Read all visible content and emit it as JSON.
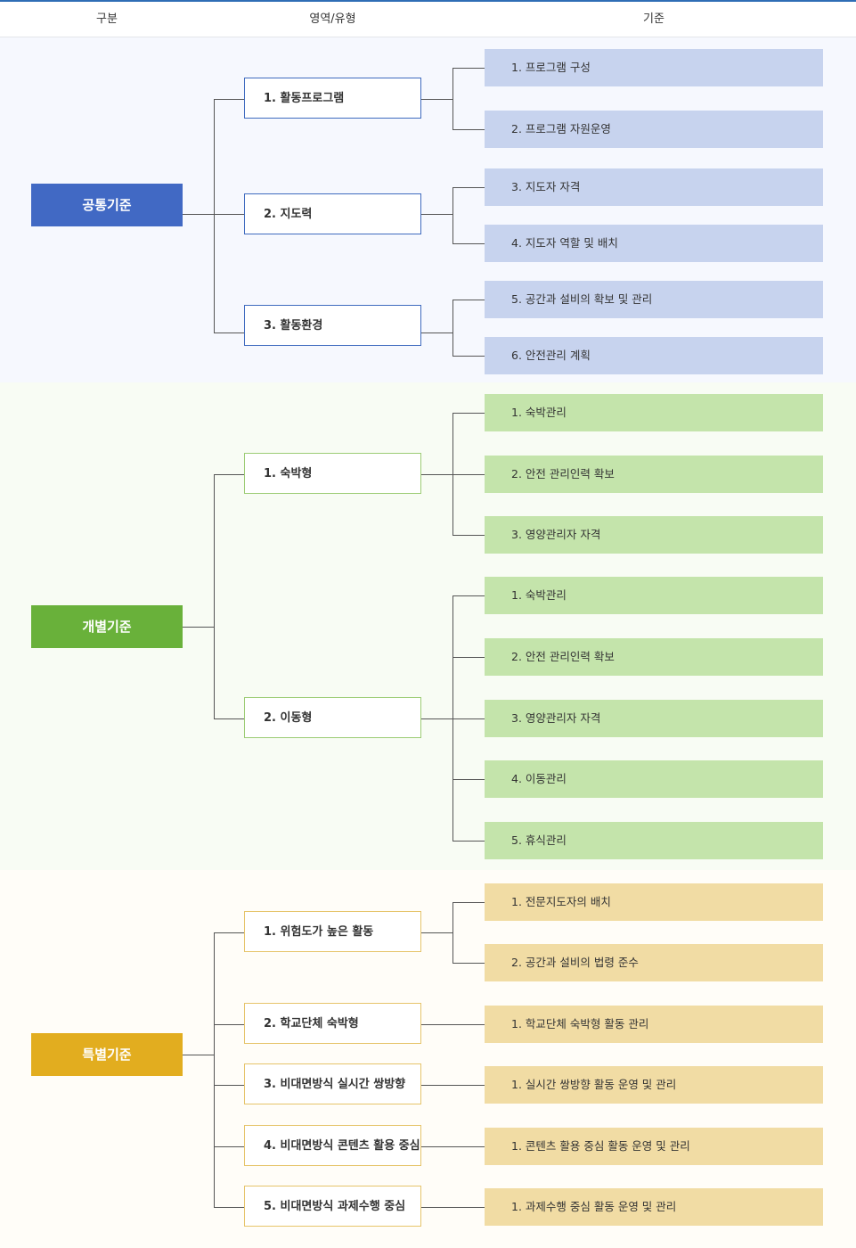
{
  "header": {
    "col1": "구분",
    "col2": "영역/유형",
    "col3": "기준"
  },
  "colors": {
    "common_cat": "#4169c4",
    "common_border": "#3f6bbf",
    "common_crit": "#c7d3ee",
    "common_bg": "#f6f8fe",
    "indiv_cat": "#69b13a",
    "indiv_border": "#9ccc74",
    "indiv_crit": "#c4e4ab",
    "indiv_bg": "#f8fcf4",
    "special_cat": "#e2ad1f",
    "special_border": "#e6c46a",
    "special_crit": "#f1dca4",
    "special_bg": "#fffdf8"
  },
  "sections": {
    "common": {
      "label": "공통기준",
      "areas": [
        {
          "label": "1. 활동프로그램",
          "criteria": [
            "1. 프로그램 구성",
            "2. 프로그램 자원운영"
          ]
        },
        {
          "label": "2. 지도력",
          "criteria": [
            "3. 지도자 자격",
            "4. 지도자 역할 및 배치"
          ]
        },
        {
          "label": "3. 활동환경",
          "criteria": [
            "5. 공간과 설비의 확보 및 관리",
            "6. 안전관리 계획"
          ]
        }
      ]
    },
    "individual": {
      "label": "개별기준",
      "areas": [
        {
          "label": "1. 숙박형",
          "criteria": [
            "1. 숙박관리",
            "2. 안전 관리인력 확보",
            "3. 영양관리자 자격"
          ]
        },
        {
          "label": "2. 이동형",
          "criteria": [
            "1. 숙박관리",
            "2. 안전 관리인력 확보",
            "3. 영양관리자 자격",
            "4. 이동관리",
            "5. 휴식관리"
          ]
        }
      ]
    },
    "special": {
      "label": "특별기준",
      "areas": [
        {
          "label": "1. 위험도가 높은 활동",
          "criteria": [
            "1. 전문지도자의 배치",
            "2. 공간과 설비의 법령 준수"
          ]
        },
        {
          "label": "2. 학교단체 숙박형",
          "criteria": [
            "1. 학교단체 숙박형 활동 관리"
          ]
        },
        {
          "label": "3. 비대면방식 실시간 쌍방향",
          "criteria": [
            "1. 실시간 쌍방향 활동 운영 및 관리"
          ]
        },
        {
          "label": "4. 비대면방식 콘텐츠 활용 중심",
          "criteria": [
            "1. 콘텐츠 활용 중심 활동 운영 및 관리"
          ]
        },
        {
          "label": "5. 비대면방식 과제수행 중심",
          "criteria": [
            "1. 과제수행 중심 활동 운영 및 관리"
          ]
        }
      ]
    }
  }
}
